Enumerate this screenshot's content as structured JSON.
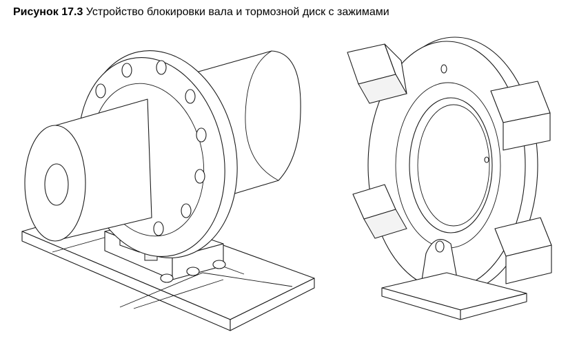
{
  "caption": {
    "number": "Рисунок 17.3",
    "text": " Устройство блокировки вала и тормозной диск с зажимами"
  },
  "figures": {
    "left": {
      "content": "shaft-lock-device-drawing"
    },
    "right": {
      "content": "brake-disc-with-calipers-drawing"
    }
  }
}
